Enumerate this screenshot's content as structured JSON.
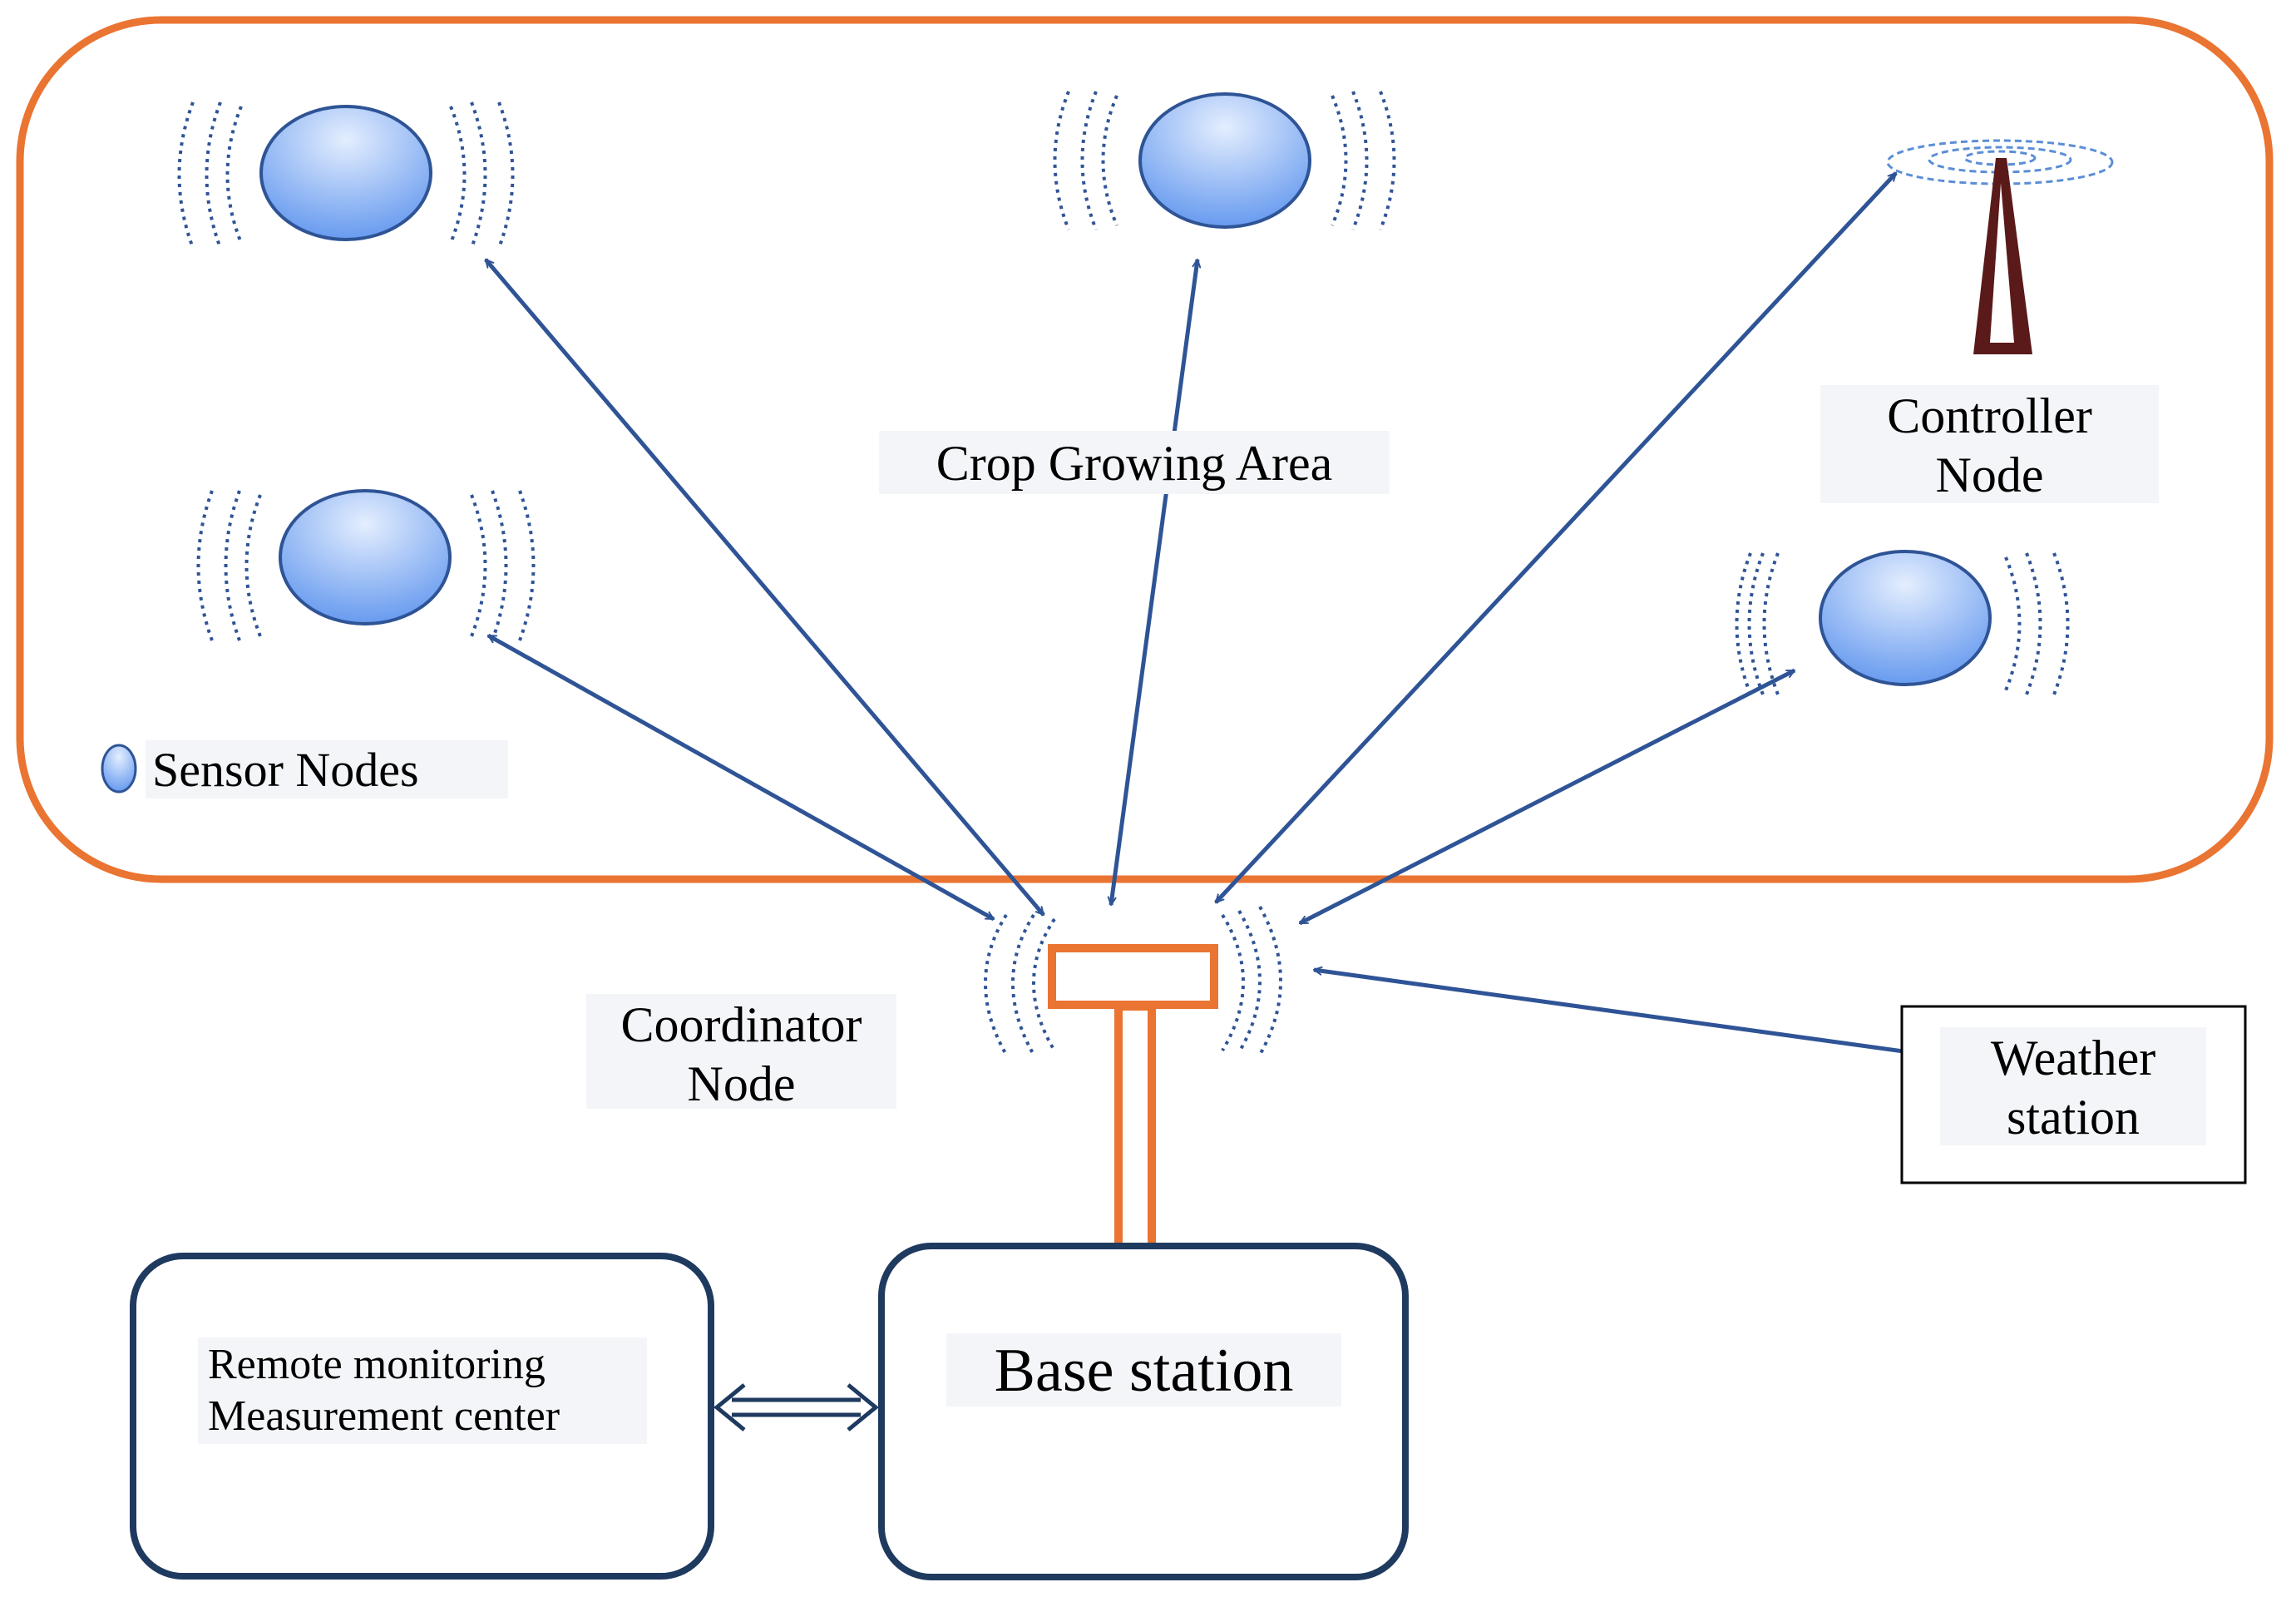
{
  "labels": {
    "crop_area": "Crop Growing Area",
    "controller_line1": "Controller",
    "controller_line2": "Node",
    "sensor_legend": "Sensor Nodes",
    "coordinator_line1": "Coordinator",
    "coordinator_line2": "Node",
    "weather_line1": "Weather",
    "weather_line2": "station",
    "base_station": "Base station",
    "remote_line1": "Remote monitoring",
    "remote_line2": "Measurement center"
  },
  "colors": {
    "area_border": "#ea7431",
    "arrow": "#2f5496",
    "box_border": "#1f3a5f",
    "node_fill_top": "#dbe8fc",
    "node_fill_bottom": "#5f95ee",
    "tower": "#5a1a1a",
    "signal": "#2f5496",
    "coordinator": "#ea7431",
    "label_bg": "#f4f5f8"
  },
  "icons": {
    "sensor_node": "sensor-node-icon",
    "controller_tower": "antenna-tower-icon",
    "coordinator": "coordinator-node-icon"
  }
}
